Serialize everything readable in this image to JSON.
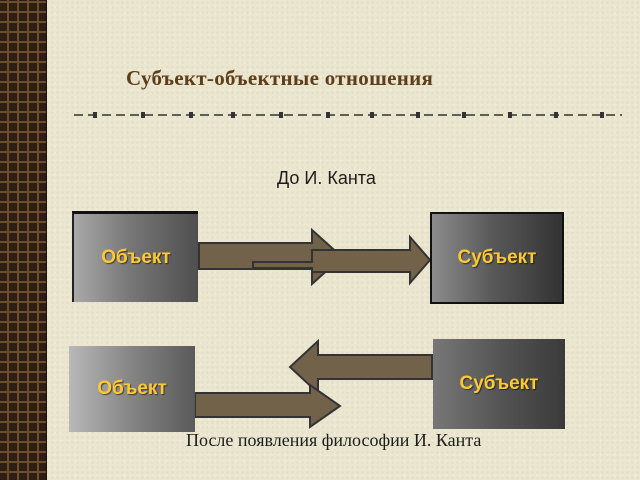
{
  "title": "Субъект-объектные отношения",
  "caption_top": "До И. Канта",
  "caption_bottom": "После появления философии И. Канта",
  "boxes": {
    "object_top": "Объект",
    "subject_top": "Субъект",
    "object_bottom": "Объект",
    "subject_bottom": "Субъект"
  },
  "colors": {
    "background": "#ebe6cf",
    "title": "#5e3d1a",
    "box_label": "#ffc933",
    "arrow_fill": "#72624a"
  }
}
